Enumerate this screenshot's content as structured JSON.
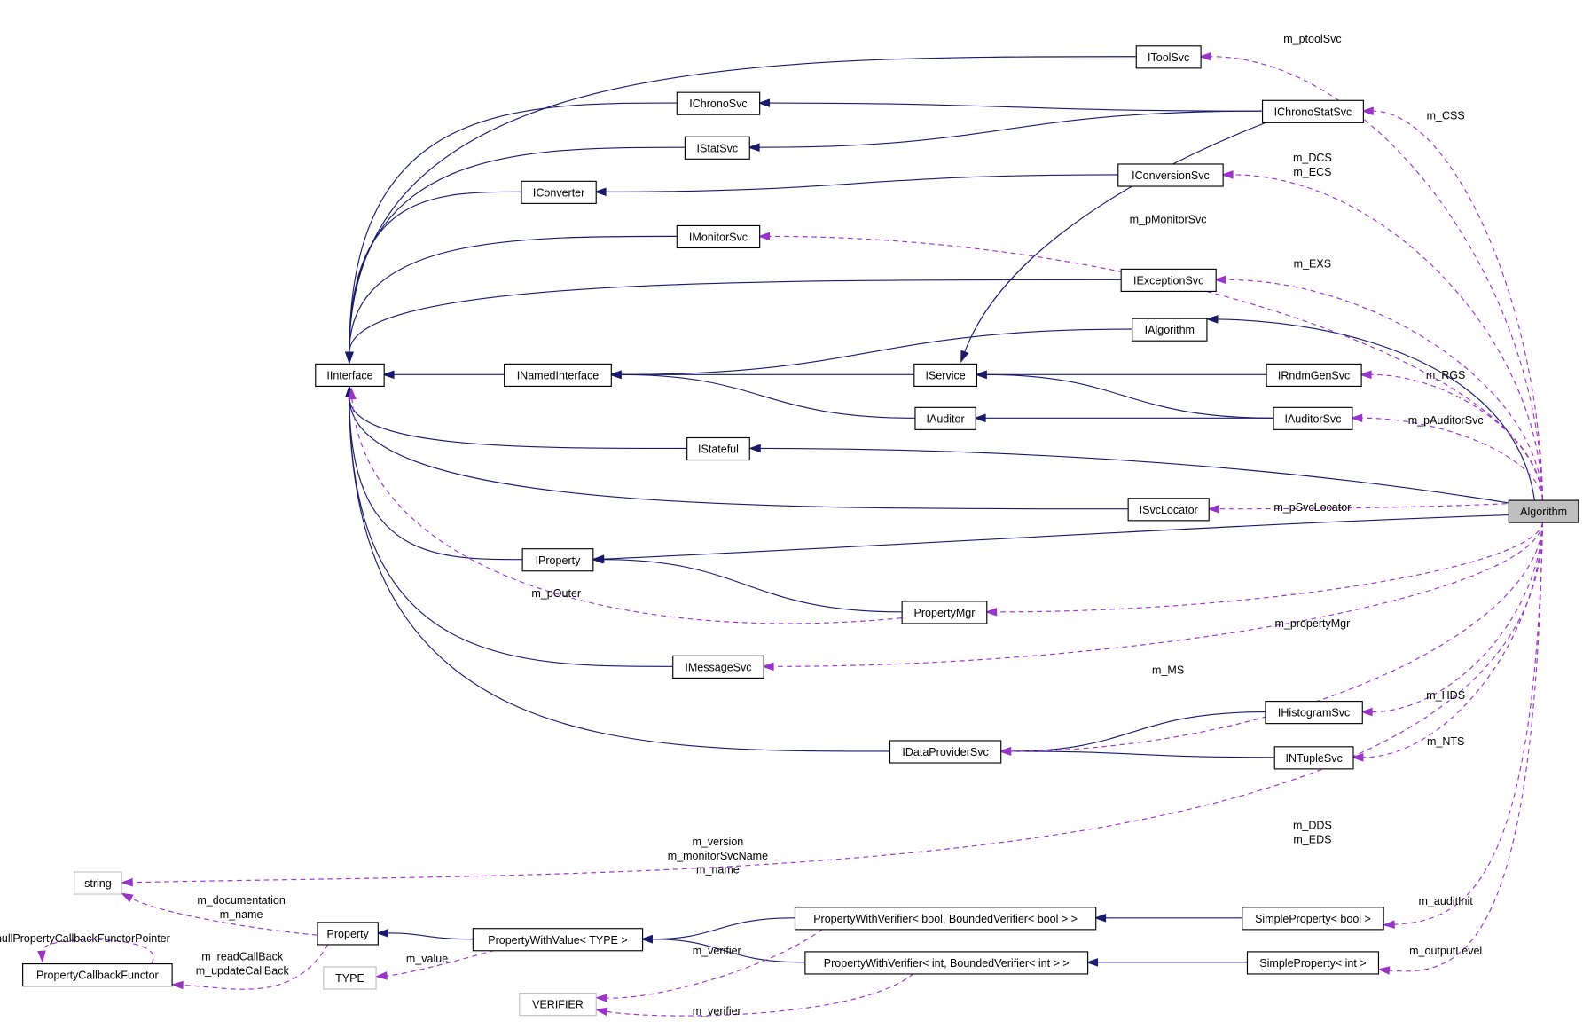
{
  "diagram": {
    "colors": {
      "inheritance": "#191970",
      "usage": "#9a32cd",
      "highlight_fill": "#bfbfbf",
      "external_border": "#bfbfbf"
    },
    "nodes": [
      {
        "label": "IToolSvc",
        "style": "normal"
      },
      {
        "label": "IChronoSvc",
        "style": "normal"
      },
      {
        "label": "IChronoStatSvc",
        "style": "normal"
      },
      {
        "label": "IStatSvc",
        "style": "normal"
      },
      {
        "label": "IConversionSvc",
        "style": "normal"
      },
      {
        "label": "IConverter",
        "style": "normal"
      },
      {
        "label": "IMonitorSvc",
        "style": "normal"
      },
      {
        "label": "IExceptionSvc",
        "style": "normal"
      },
      {
        "label": "IAlgorithm",
        "style": "normal"
      },
      {
        "label": "IInterface",
        "style": "normal"
      },
      {
        "label": "INamedInterface",
        "style": "normal"
      },
      {
        "label": "IService",
        "style": "normal"
      },
      {
        "label": "IRndmGenSvc",
        "style": "normal"
      },
      {
        "label": "IAuditor",
        "style": "normal"
      },
      {
        "label": "IAuditorSvc",
        "style": "normal"
      },
      {
        "label": "IStateful",
        "style": "normal"
      },
      {
        "label": "ISvcLocator",
        "style": "normal"
      },
      {
        "label": "Algorithm",
        "style": "highlight"
      },
      {
        "label": "IProperty",
        "style": "normal"
      },
      {
        "label": "PropertyMgr",
        "style": "normal"
      },
      {
        "label": "IMessageSvc",
        "style": "normal"
      },
      {
        "label": "IHistogramSvc",
        "style": "normal"
      },
      {
        "label": "IDataProviderSvc",
        "style": "normal"
      },
      {
        "label": "INTupleSvc",
        "style": "normal"
      },
      {
        "label": "string",
        "style": "external"
      },
      {
        "label": "Property",
        "style": "normal"
      },
      {
        "label": "PropertyWithValue< TYPE >",
        "style": "normal"
      },
      {
        "label": "PropertyWithVerifier< bool, BoundedVerifier< bool > >",
        "style": "normal"
      },
      {
        "label": "SimpleProperty< bool >",
        "style": "normal"
      },
      {
        "label": "PropertyCallbackFunctor",
        "style": "normal"
      },
      {
        "label": "TYPE",
        "style": "external"
      },
      {
        "label": "PropertyWithVerifier< int, BoundedVerifier< int > >",
        "style": "normal"
      },
      {
        "label": "SimpleProperty< int >",
        "style": "normal"
      },
      {
        "label": "VERIFIER",
        "style": "external"
      }
    ],
    "edges": [
      {
        "from": "IToolSvc",
        "to": "IInterface",
        "type": "inherit"
      },
      {
        "from": "IChronoSvc",
        "to": "IInterface",
        "type": "inherit"
      },
      {
        "from": "IChronoStatSvc",
        "to": "IChronoSvc",
        "type": "inherit"
      },
      {
        "from": "IChronoStatSvc",
        "to": "IStatSvc",
        "type": "inherit"
      },
      {
        "from": "IChronoStatSvc",
        "to": "IService",
        "type": "inherit"
      },
      {
        "from": "IStatSvc",
        "to": "IInterface",
        "type": "inherit"
      },
      {
        "from": "IConversionSvc",
        "to": "IConverter",
        "type": "inherit"
      },
      {
        "from": "IConverter",
        "to": "IInterface",
        "type": "inherit"
      },
      {
        "from": "IMonitorSvc",
        "to": "IInterface",
        "type": "inherit"
      },
      {
        "from": "IExceptionSvc",
        "to": "IInterface",
        "type": "inherit"
      },
      {
        "from": "IAlgorithm",
        "to": "INamedInterface",
        "type": "inherit"
      },
      {
        "from": "INamedInterface",
        "to": "IInterface",
        "type": "inherit"
      },
      {
        "from": "IService",
        "to": "INamedInterface",
        "type": "inherit"
      },
      {
        "from": "IRndmGenSvc",
        "to": "IService",
        "type": "inherit"
      },
      {
        "from": "IAuditorSvc",
        "to": "IService",
        "type": "inherit"
      },
      {
        "from": "IAuditorSvc",
        "to": "IAuditor",
        "type": "inherit"
      },
      {
        "from": "IAuditor",
        "to": "INamedInterface",
        "type": "inherit"
      },
      {
        "from": "IStateful",
        "to": "IInterface",
        "type": "inherit"
      },
      {
        "from": "ISvcLocator",
        "to": "IInterface",
        "type": "inherit"
      },
      {
        "from": "Algorithm",
        "to": "IAlgorithm",
        "type": "inherit"
      },
      {
        "from": "Algorithm",
        "to": "IStateful",
        "type": "inherit"
      },
      {
        "from": "Algorithm",
        "to": "IProperty",
        "type": "inherit"
      },
      {
        "from": "IProperty",
        "to": "IInterface",
        "type": "inherit"
      },
      {
        "from": "PropertyMgr",
        "to": "IProperty",
        "type": "inherit"
      },
      {
        "from": "IMessageSvc",
        "to": "IInterface",
        "type": "inherit"
      },
      {
        "from": "IDataProviderSvc",
        "to": "IInterface",
        "type": "inherit"
      },
      {
        "from": "IHistogramSvc",
        "to": "IDataProviderSvc",
        "type": "inherit"
      },
      {
        "from": "INTupleSvc",
        "to": "IDataProviderSvc",
        "type": "inherit"
      },
      {
        "from": "PropertyWithValue< TYPE >",
        "to": "Property",
        "type": "inherit"
      },
      {
        "from": "PropertyWithVerifier< bool, BoundedVerifier< bool > >",
        "to": "PropertyWithValue< TYPE >",
        "type": "inherit"
      },
      {
        "from": "PropertyWithVerifier< int, BoundedVerifier< int > >",
        "to": "PropertyWithValue< TYPE >",
        "type": "inherit"
      },
      {
        "from": "SimpleProperty< bool >",
        "to": "PropertyWithVerifier< bool, BoundedVerifier< bool > >",
        "type": "inherit"
      },
      {
        "from": "SimpleProperty< int >",
        "to": "PropertyWithVerifier< int, BoundedVerifier< int > >",
        "type": "inherit"
      },
      {
        "from": "Algorithm",
        "to": "IToolSvc",
        "type": "uses",
        "label": [
          "m_ptoolSvc"
        ]
      },
      {
        "from": "Algorithm",
        "to": "IChronoStatSvc",
        "type": "uses",
        "label": [
          "m_CSS"
        ]
      },
      {
        "from": "Algorithm",
        "to": "IConversionSvc",
        "type": "uses",
        "label": [
          "m_DCS",
          "m_ECS"
        ]
      },
      {
        "from": "Algorithm",
        "to": "IMonitorSvc",
        "type": "uses",
        "label": [
          "m_pMonitorSvc"
        ]
      },
      {
        "from": "Algorithm",
        "to": "IExceptionSvc",
        "type": "uses",
        "label": [
          "m_EXS"
        ]
      },
      {
        "from": "Algorithm",
        "to": "IRndmGenSvc",
        "type": "uses",
        "label": [
          "m_RGS"
        ]
      },
      {
        "from": "Algorithm",
        "to": "IAuditorSvc",
        "type": "uses",
        "label": [
          "m_pAuditorSvc"
        ]
      },
      {
        "from": "Algorithm",
        "to": "ISvcLocator",
        "type": "uses",
        "label": [
          "m_pSvcLocator"
        ]
      },
      {
        "from": "Algorithm",
        "to": "PropertyMgr",
        "type": "uses",
        "label": [
          "m_propertyMgr"
        ]
      },
      {
        "from": "PropertyMgr",
        "to": "IInterface",
        "type": "uses",
        "label": [
          "m_pOuter"
        ]
      },
      {
        "from": "Algorithm",
        "to": "IMessageSvc",
        "type": "uses",
        "label": [
          "m_MS"
        ]
      },
      {
        "from": "Algorithm",
        "to": "IHistogramSvc",
        "type": "uses",
        "label": [
          "m_HDS"
        ]
      },
      {
        "from": "Algorithm",
        "to": "INTupleSvc",
        "type": "uses",
        "label": [
          "m_NTS"
        ]
      },
      {
        "from": "Algorithm",
        "to": "IDataProviderSvc",
        "type": "uses",
        "label": [
          "m_DDS",
          "m_EDS"
        ]
      },
      {
        "from": "Algorithm",
        "to": "string",
        "type": "uses",
        "label": [
          "m_version",
          "m_monitorSvcName",
          "m_name"
        ]
      },
      {
        "from": "Algorithm",
        "to": "SimpleProperty< bool >",
        "type": "uses",
        "label": [
          "m_auditInit"
        ]
      },
      {
        "from": "Algorithm",
        "to": "SimpleProperty< int >",
        "type": "uses",
        "label": [
          "m_outputLevel"
        ]
      },
      {
        "from": "Property",
        "to": "string",
        "type": "uses",
        "label": [
          "m_documentation",
          "m_name"
        ]
      },
      {
        "from": "Property",
        "to": "PropertyCallbackFunctor",
        "type": "uses",
        "label": [
          "m_readCallBack",
          "m_updateCallBack"
        ]
      },
      {
        "from": "PropertyCallbackFunctor",
        "to": "PropertyCallbackFunctor",
        "type": "uses",
        "label": [
          "nullPropertyCallbackFunctorPointer"
        ]
      },
      {
        "from": "PropertyWithValue< TYPE >",
        "to": "TYPE",
        "type": "uses",
        "label": [
          "m_value"
        ]
      },
      {
        "from": "PropertyWithVerifier< bool, BoundedVerifier< bool > >",
        "to": "VERIFIER",
        "type": "uses",
        "label": [
          "m_verifier"
        ]
      },
      {
        "from": "PropertyWithVerifier< int, BoundedVerifier< int > >",
        "to": "VERIFIER",
        "type": "uses",
        "label": [
          "m_verifier"
        ]
      }
    ]
  }
}
